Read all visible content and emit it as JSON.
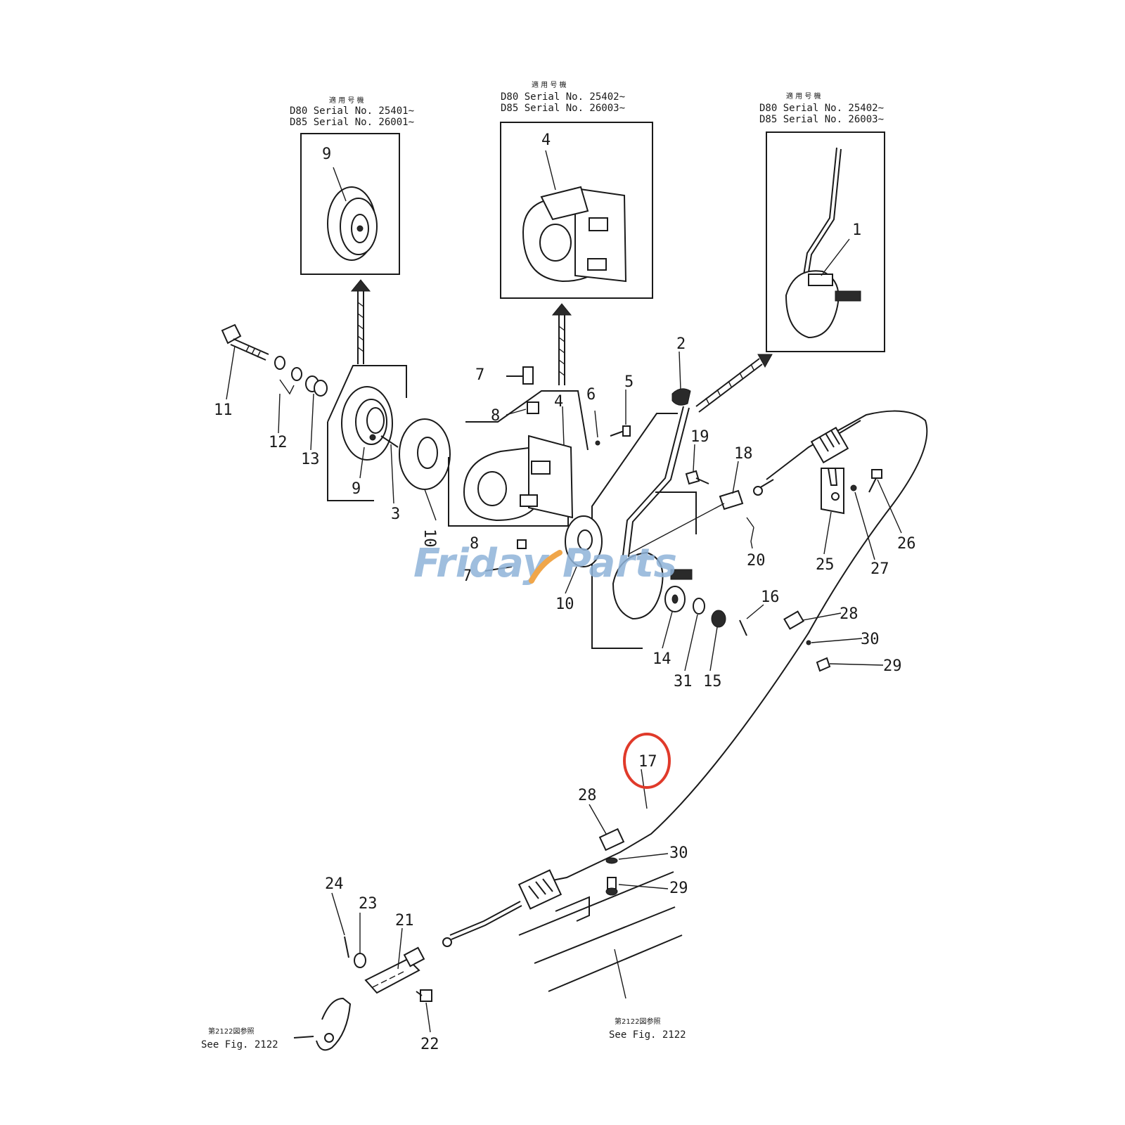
{
  "serial_boxes": [
    {
      "id": "left",
      "jp": "適 用 号 機",
      "lines": [
        "D80 Serial No. 25401~",
        "D85 Serial No. 26001~"
      ]
    },
    {
      "id": "middle",
      "jp": "適 用 号 機",
      "lines": [
        "D80 Serial No. 25402~",
        "D85 Serial No. 26003~"
      ]
    },
    {
      "id": "right",
      "jp": "適 用 号 機",
      "lines": [
        "D80 Serial No. 25402~",
        "D85 Serial No. 26003~"
      ]
    }
  ],
  "callouts": {
    "c1": "1",
    "c2": "2",
    "c3": "3",
    "c4_box": "4",
    "c4": "4",
    "c5": "5",
    "c6": "6",
    "c7a": "7",
    "c7b": "7",
    "c8a": "8",
    "c8b": "8",
    "c9_box": "9",
    "c9": "9",
    "c10a": "10",
    "c10b": "10",
    "c11": "11",
    "c12": "12",
    "c13": "13",
    "c14": "14",
    "c15": "15",
    "c16": "16",
    "c17": "17",
    "c18": "18",
    "c19": "19",
    "c20": "20",
    "c21": "21",
    "c22": "22",
    "c23": "23",
    "c24": "24",
    "c25": "25",
    "c26": "26",
    "c27": "27",
    "c28a": "28",
    "c28b": "28",
    "c29a": "29",
    "c29b": "29",
    "c30a": "30",
    "c30b": "30",
    "c31": "31"
  },
  "see_fig_left": {
    "jp": "第2122図参照",
    "text": "See Fig. 2122"
  },
  "see_fig_right": {
    "jp": "第2122図参照",
    "text": "See Fig. 2122"
  },
  "highlight": {
    "part": "17",
    "color": "#e03a2a"
  },
  "watermark": {
    "part1": "Friday",
    "part2": "Parts",
    "color_primary": "#8fb3d9",
    "color_accent": "#f0a64a"
  }
}
